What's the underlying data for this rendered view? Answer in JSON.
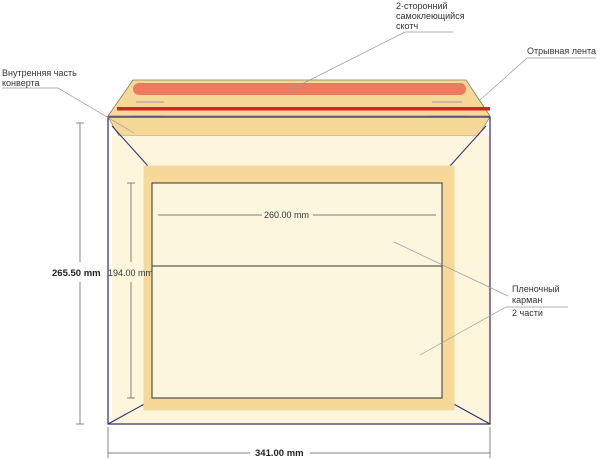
{
  "labels": {
    "tape_line1": "2-сторонний",
    "tape_line2": "самоклеющийся",
    "tape_line3": "скотч",
    "tear_strip": "Отрывная лента",
    "inner_line1": "Внутренняя часть",
    "inner_line2": "конверта",
    "pocket_line1": "Пленочный",
    "pocket_line2": "карман",
    "pocket_line3": "2 части"
  },
  "dimensions": {
    "height": "265.50 mm",
    "width": "341.00 mm",
    "pocket_width": "260.00 mm",
    "pocket_height": "194.00 mm"
  },
  "colors": {
    "flap": "#f6d898",
    "panel": "#fdf5dc",
    "outline": "#2e2a78",
    "tape": "#ef7b5f",
    "strip": "#d8231f",
    "leader": "#999999"
  }
}
